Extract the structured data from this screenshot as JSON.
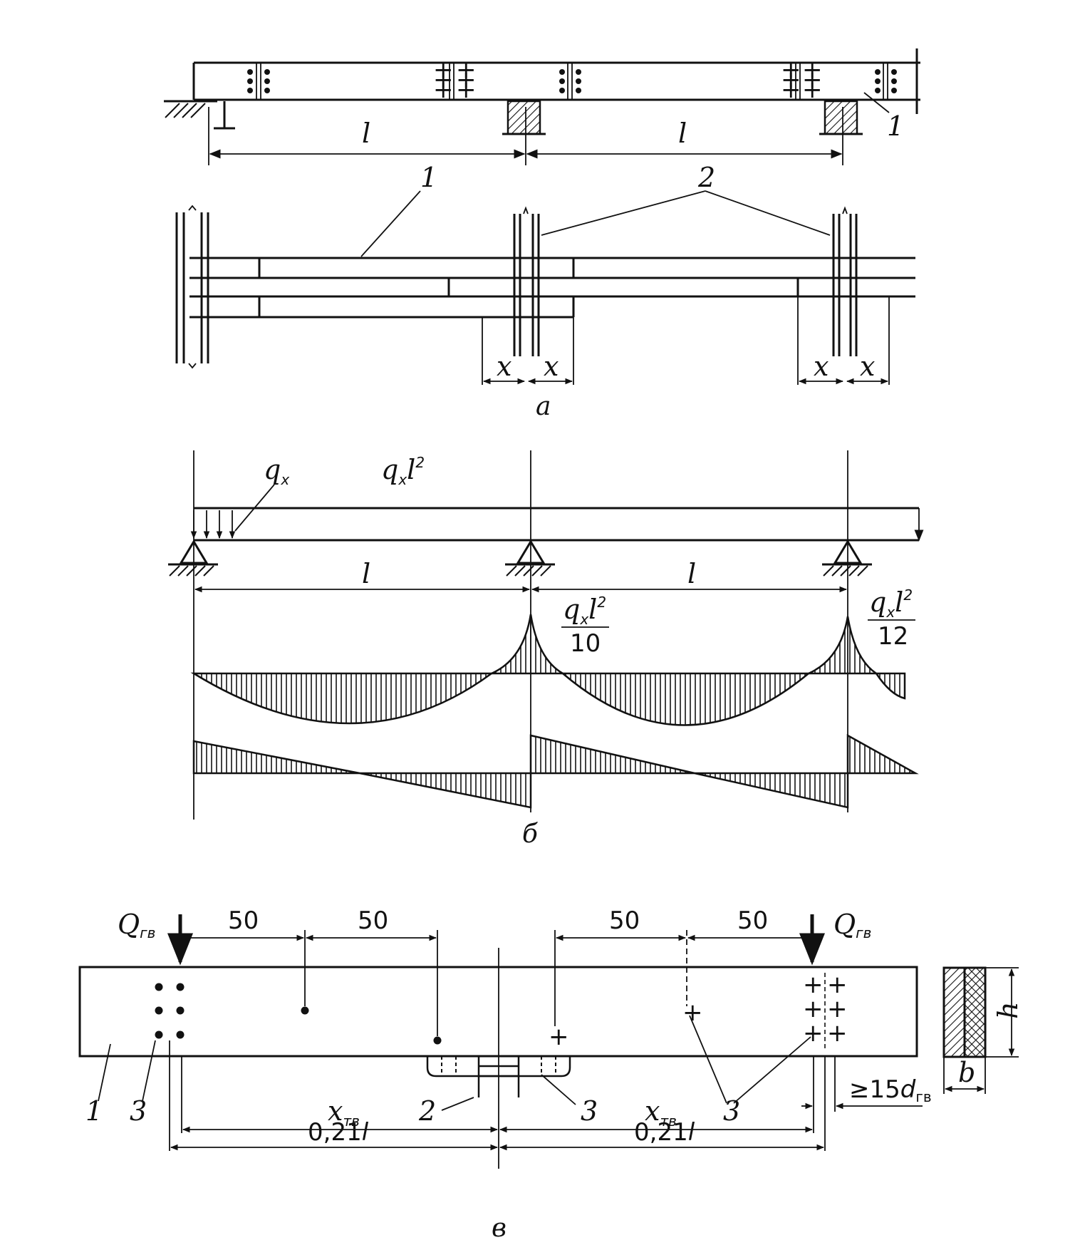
{
  "part_a": {
    "caption": "а",
    "span_label_1": "l",
    "span_label_2": "l",
    "callout_1_top": "1",
    "callout_1_plan": "1",
    "callout_2": "2",
    "x_labels": [
      "x",
      "x",
      "x",
      "x"
    ]
  },
  "part_b": {
    "caption": "б",
    "load_label": "q",
    "load_sub": "x",
    "top_moment_q": "q",
    "top_moment_sub": "x",
    "top_moment_l": "l",
    "top_moment_exp": "2",
    "span_label_1": "l",
    "span_label_2": "l",
    "support_moment_1": {
      "q": "q",
      "sub": "x",
      "l": "l",
      "exp": "2",
      "den": "10"
    },
    "support_moment_2": {
      "q": "q",
      "sub": "x",
      "l": "l",
      "exp": "2",
      "den": "12"
    }
  },
  "part_v": {
    "caption": "в",
    "force_left": "Q",
    "force_left_sub": "гв",
    "force_right": "Q",
    "force_right_sub": "гв",
    "dims_top": [
      "50",
      "50",
      "50",
      "50"
    ],
    "x_left": "x",
    "x_left_sub": "тв",
    "x_right": "x",
    "x_right_sub": "тв",
    "dim_left": "0,21",
    "dim_left_l": "l",
    "dim_right": "0,21",
    "dim_right_l": "l",
    "min_spacing": "≥15",
    "min_spacing_d": "d",
    "min_spacing_sub": "гв",
    "section_h": "h",
    "section_b": "b",
    "callouts": [
      "1",
      "3",
      "2",
      "3",
      "3"
    ]
  }
}
